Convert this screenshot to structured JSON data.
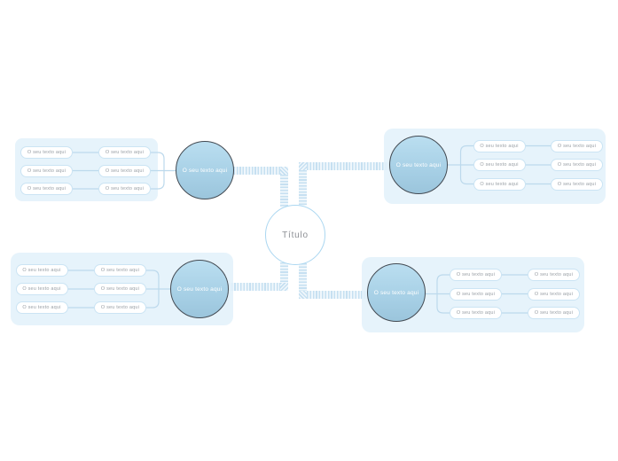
{
  "diagram": {
    "type": "mindmap",
    "center": {
      "label": "Título"
    },
    "branches": [
      {
        "id": "top-left",
        "label": "O seu texto aqui",
        "leaves": [
          "O seu texto aqui",
          "O seu texto aqui",
          "O seu texto aqui",
          "O seu texto aqui",
          "O seu texto aqui",
          "O seu texto aqui"
        ]
      },
      {
        "id": "top-right",
        "label": "O seu texto aqui",
        "leaves": [
          "O seu texto aqui",
          "O seu texto aqui",
          "O seu texto aqui",
          "O seu texto aqui",
          "O seu texto aqui",
          "O seu texto aqui"
        ]
      },
      {
        "id": "bottom-left",
        "label": "O seu texto aqui",
        "leaves": [
          "O seu texto aqui",
          "O seu texto aqui",
          "O seu texto aqui",
          "O seu texto aqui",
          "O seu texto aqui",
          "O seu texto aqui"
        ]
      },
      {
        "id": "bottom-right",
        "label": "O seu texto aqui",
        "leaves": [
          "O seu texto aqui",
          "O seu texto aqui",
          "O seu texto aqui",
          "O seu texto aqui",
          "O seu texto aqui",
          "O seu texto aqui"
        ]
      }
    ],
    "colors": {
      "background": "#ffffff",
      "branch_node_fill_top": "#badef0",
      "branch_node_fill_bottom": "#9bc5dc",
      "branch_node_border": "#434a52",
      "branch_node_text": "#ffffff",
      "center_node_fill": "#ffffff",
      "center_node_border": "#abd7f1",
      "center_node_text": "#8d9095",
      "panel_fill": "#e9f3fb",
      "leaf_fill": "#ffffff",
      "leaf_border": "#cbe4f4",
      "leaf_text": "#9aa0a6",
      "trunk_stripe": "#c6e0f1",
      "thin_line": "#bcd9ec"
    }
  }
}
